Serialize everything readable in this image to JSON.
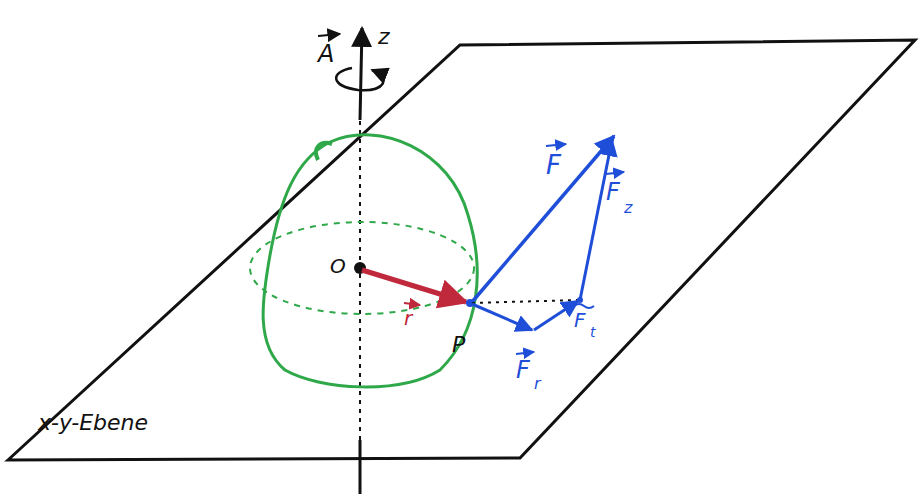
{
  "diagram": {
    "labels": [
      "A",
      "z",
      "O",
      "r",
      "P",
      "F",
      "F",
      "z",
      "F",
      "r",
      "F",
      "t",
      "x-y-Ebene"
    ]
  }
}
